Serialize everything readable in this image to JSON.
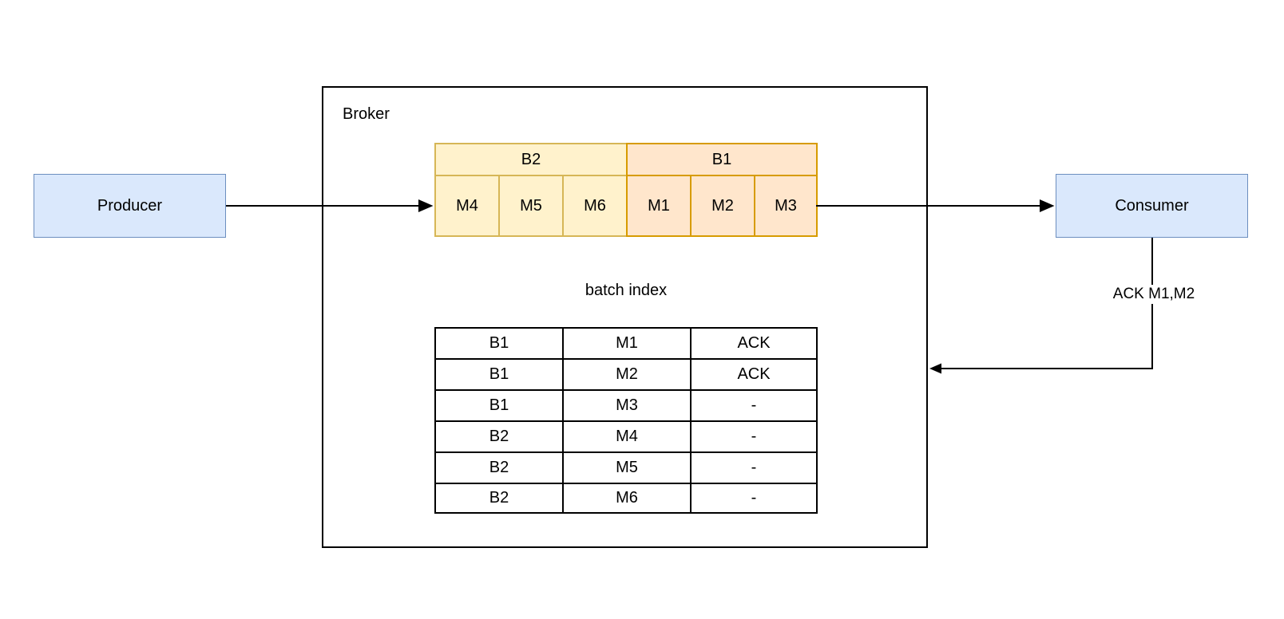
{
  "diagram": {
    "producer": {
      "label": "Producer"
    },
    "consumer": {
      "label": "Consumer"
    },
    "broker": {
      "label": "Broker",
      "queue": {
        "batches": [
          {
            "id": "B2",
            "messages": [
              "M4",
              "M5",
              "M6"
            ],
            "fill": "#fff2cc",
            "stroke": "#d6b656"
          },
          {
            "id": "B1",
            "messages": [
              "M1",
              "M2",
              "M3"
            ],
            "fill": "#ffe6cc",
            "stroke": "#d79b00"
          }
        ]
      },
      "batch_index": {
        "title": "batch index",
        "rows": [
          [
            "B1",
            "M1",
            "ACK"
          ],
          [
            "B1",
            "M2",
            "ACK"
          ],
          [
            "B1",
            "M3",
            "-"
          ],
          [
            "B2",
            "M4",
            "-"
          ],
          [
            "B2",
            "M5",
            "-"
          ],
          [
            "B2",
            "M6",
            "-"
          ]
        ]
      }
    },
    "ack_label": "ACK M1,M2",
    "colors": {
      "node_fill": "#dae8fc",
      "node_stroke": "#6c8ebf",
      "batch_b2_fill": "#fff2cc",
      "batch_b2_stroke": "#d6b656",
      "batch_b1_fill": "#ffe6cc",
      "batch_b1_stroke": "#d79b00",
      "line": "#000000",
      "background": "#ffffff"
    }
  }
}
